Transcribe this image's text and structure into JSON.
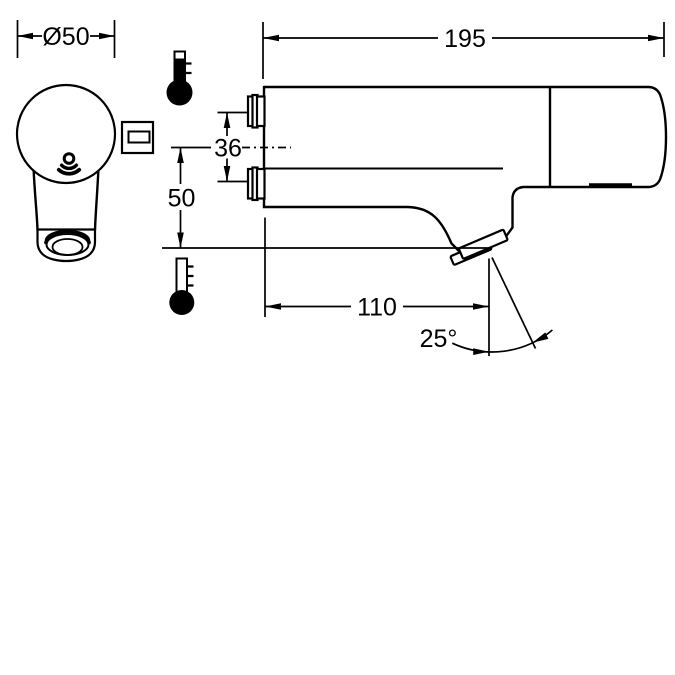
{
  "drawing": {
    "title": "faucet-technical-drawing",
    "background_color": "#ffffff",
    "line_color": "#000000",
    "dimensions": {
      "head_diameter": "Ø50",
      "body_length": "195",
      "inlet_spacing": "36",
      "outlet_drop": "50",
      "spout_reach": "110",
      "spray_angle": "25°"
    },
    "icons": [
      {
        "name": "hot-thermometer-icon",
        "meaning": "hot water inlet",
        "style": "filled stem"
      },
      {
        "name": "cold-thermometer-icon",
        "meaning": "cold water inlet",
        "style": "empty stem"
      },
      {
        "name": "sensor-icon",
        "meaning": "infrared sensor",
        "style": "ring with two arcs"
      }
    ]
  }
}
